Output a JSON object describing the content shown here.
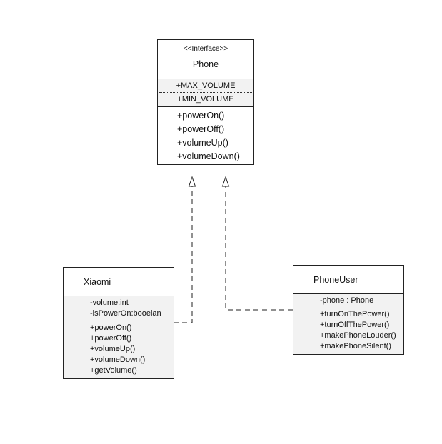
{
  "phone": {
    "stereotype": "<<Interface>>",
    "name": "Phone",
    "constants": [
      "+MAX_VOLUME",
      "+MIN_VOLUME"
    ],
    "methods": [
      "+powerOn()",
      "+powerOff()",
      "+volumeUp()",
      "+volumeDown()"
    ]
  },
  "xiaomi": {
    "name": "Xiaomi",
    "attributes": [
      "-volume:int",
      "-isPowerOn:booelan"
    ],
    "methods": [
      "+powerOn()",
      "+powerOff()",
      "+volumeUp()",
      "+volumeDown()",
      "+getVolume()"
    ]
  },
  "phoneuser": {
    "name": "PhoneUser",
    "attributes": [
      "-phone : Phone"
    ],
    "methods": [
      "+turnOnThePower()",
      "+turnOffThePower()",
      "+makePhoneLouder()",
      "+makePhoneSilent()"
    ]
  },
  "relationships": [
    {
      "from": "Xiaomi",
      "to": "Phone",
      "type": "realization"
    },
    {
      "from": "PhoneUser",
      "to": "Phone",
      "type": "realization"
    }
  ]
}
